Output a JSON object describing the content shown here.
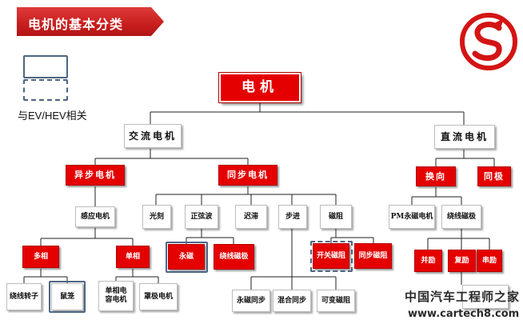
{
  "header": {
    "title": "电机的基本分类"
  },
  "legend": {
    "label": "与EV/HEV相关"
  },
  "tree": {
    "root": "电机",
    "ac": "交流电机",
    "dc": "直流电机",
    "async": "异步电机",
    "sync": "同步电机",
    "commutator": "换向",
    "homopolar": "同极",
    "induction": "感应电机",
    "multiphase": "多相",
    "singlephase": "单相",
    "winding_rotor": "绕线转子",
    "squirrel_cage": "鼠笼",
    "single_phase_appliance": "单相电容电机",
    "shaded_pole": "罩极电机",
    "optical": "光刻",
    "sine_wave": "正弦波",
    "hysteresis": "迟滞",
    "stepper": "步进",
    "reluctance": "磁阻",
    "pm_sync": "永磁",
    "wound_field_sync": "绕线磁极",
    "switched_reluctance": "开关磁阻",
    "sync_reluctance": "同步磁阻",
    "pm_stepper": "永磁同步",
    "hybrid_stepper": "混合同步",
    "variable_reluctance": "可变磁阻",
    "pm_dc": "PM永磁电机",
    "wound_field_dc": "绕线磁极",
    "series": "并励",
    "shunt": "复励",
    "compound": "串励"
  },
  "watermark": {
    "cn": "中国汽车工程师之家",
    "url": "www.cartech8.com"
  },
  "colors": {
    "accent_red": "#e50000",
    "legend_blue": "#4e6584"
  }
}
